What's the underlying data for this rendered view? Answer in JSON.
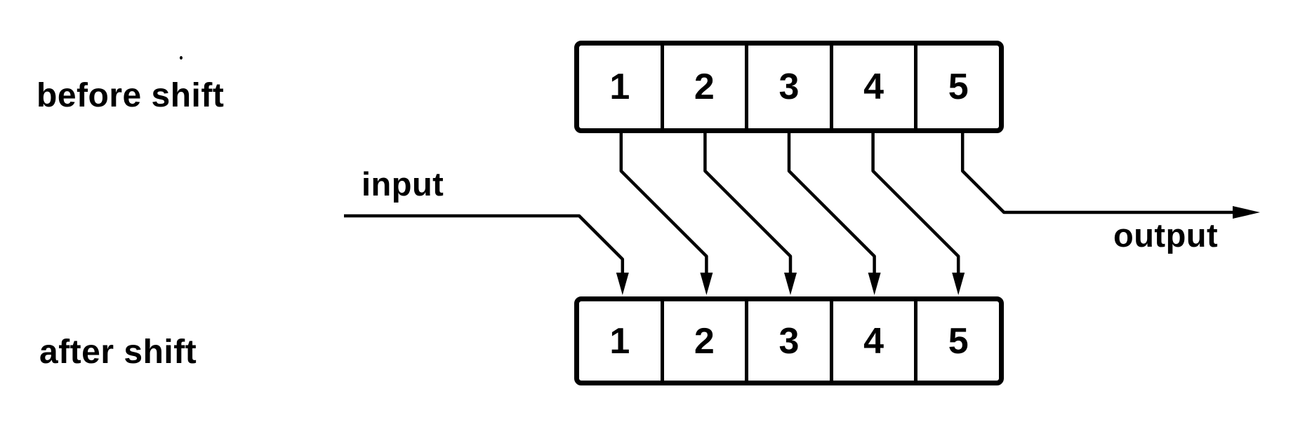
{
  "figure": {
    "type": "shift-register-diagram",
    "background": "#ffffff",
    "ink": "#000000",
    "labels": {
      "before": "before shift",
      "after": "after shift",
      "input": "input",
      "output": "output"
    },
    "registers": {
      "before": {
        "cells": [
          "1",
          "2",
          "3",
          "4",
          "5"
        ]
      },
      "after": {
        "cells": [
          "1",
          "2",
          "3",
          "4",
          "5"
        ]
      }
    },
    "connections": [
      {
        "from": "input",
        "to": "after.cell-1"
      },
      {
        "from": "before.cell-1",
        "to": "after.cell-2"
      },
      {
        "from": "before.cell-2",
        "to": "after.cell-3"
      },
      {
        "from": "before.cell-3",
        "to": "after.cell-4"
      },
      {
        "from": "before.cell-4",
        "to": "after.cell-5"
      },
      {
        "from": "before.cell-5",
        "to": "output"
      }
    ]
  }
}
